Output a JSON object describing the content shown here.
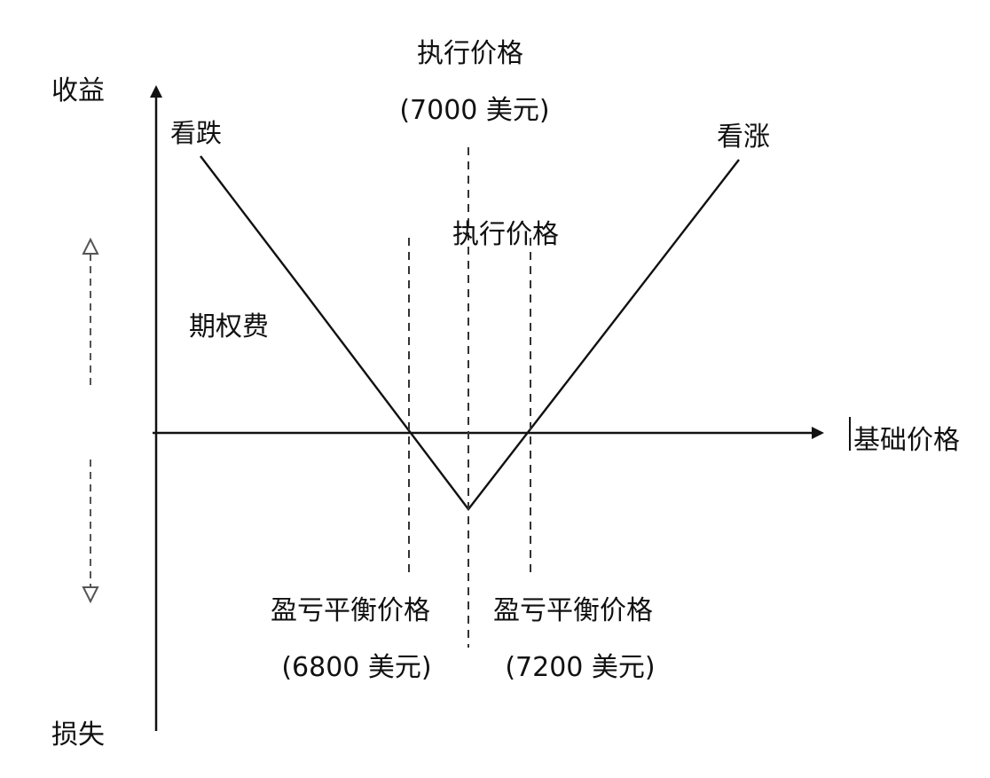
{
  "labels": {
    "y_positive": "收益",
    "y_negative": "损失",
    "x_axis": "基础价格",
    "put": "看跌",
    "call": "看涨",
    "strike_title": "执行价格",
    "strike_value": "(7000 美元)",
    "strike_title_inner": "执行价格",
    "premium": "期权费",
    "breakeven_left_title": "盈亏平衡价格",
    "breakeven_left_value": "(6800 美元)",
    "breakeven_right_title": "盈亏平衡价格",
    "breakeven_right_value": "(7200 美元)"
  },
  "colors": {
    "ink": "#111111",
    "dashed": "#333333",
    "arrow_outline": "#555555"
  }
}
